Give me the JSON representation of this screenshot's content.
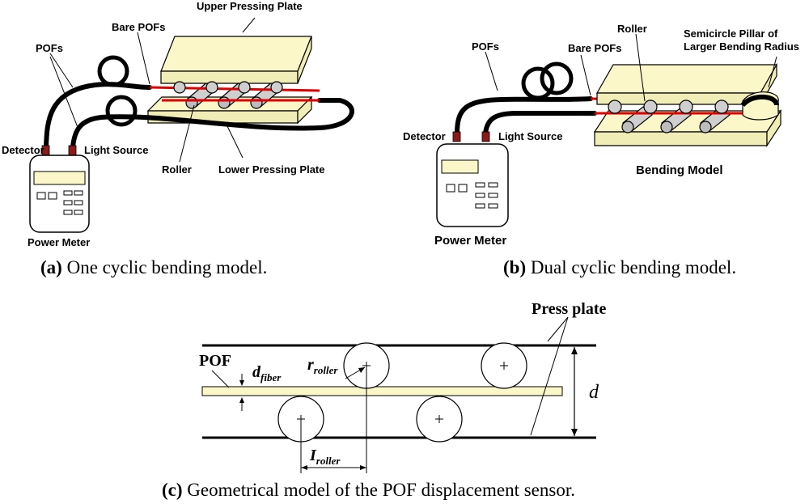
{
  "panel_a": {
    "labels": {
      "upper_plate": "Upper Pressing Plate",
      "bare_pofs": "Bare POFs",
      "pofs": "POFs",
      "detector": "Detector",
      "light_source": "Light Source",
      "roller": "Roller",
      "lower_plate": "Lower Pressing Plate",
      "power_meter": "Power Meter"
    },
    "caption_tag": "(a)",
    "caption_text": " One cyclic bending model."
  },
  "panel_b": {
    "labels": {
      "pofs": "POFs",
      "bare_pofs": "Bare POFs",
      "roller": "Roller",
      "pillar_line1": "Semicircle Pillar of",
      "pillar_line2": "Larger Bending Radius",
      "detector": "Detector",
      "light_source": "Light Source",
      "bending_model": "Bending Model",
      "power_meter": "Power Meter"
    },
    "caption_tag": "(b)",
    "caption_text": " Dual cyclic bending model."
  },
  "panel_c": {
    "labels": {
      "press_plate": "Press plate",
      "pof": "POF",
      "d_fiber_main": "d",
      "d_fiber_sub": "fiber",
      "r_roller_main": "r",
      "r_roller_sub": "roller",
      "d": "d",
      "l_roller_main": "I",
      "l_roller_sub": "roller"
    },
    "caption_tag": "(c)",
    "caption_text": " Geometrical model of the POF displacement sensor."
  },
  "colors": {
    "plate": "#fbf7c8",
    "bare_fiber": "#e00000",
    "roller": "#cfcfcf",
    "connector": "#8b1a1a"
  }
}
